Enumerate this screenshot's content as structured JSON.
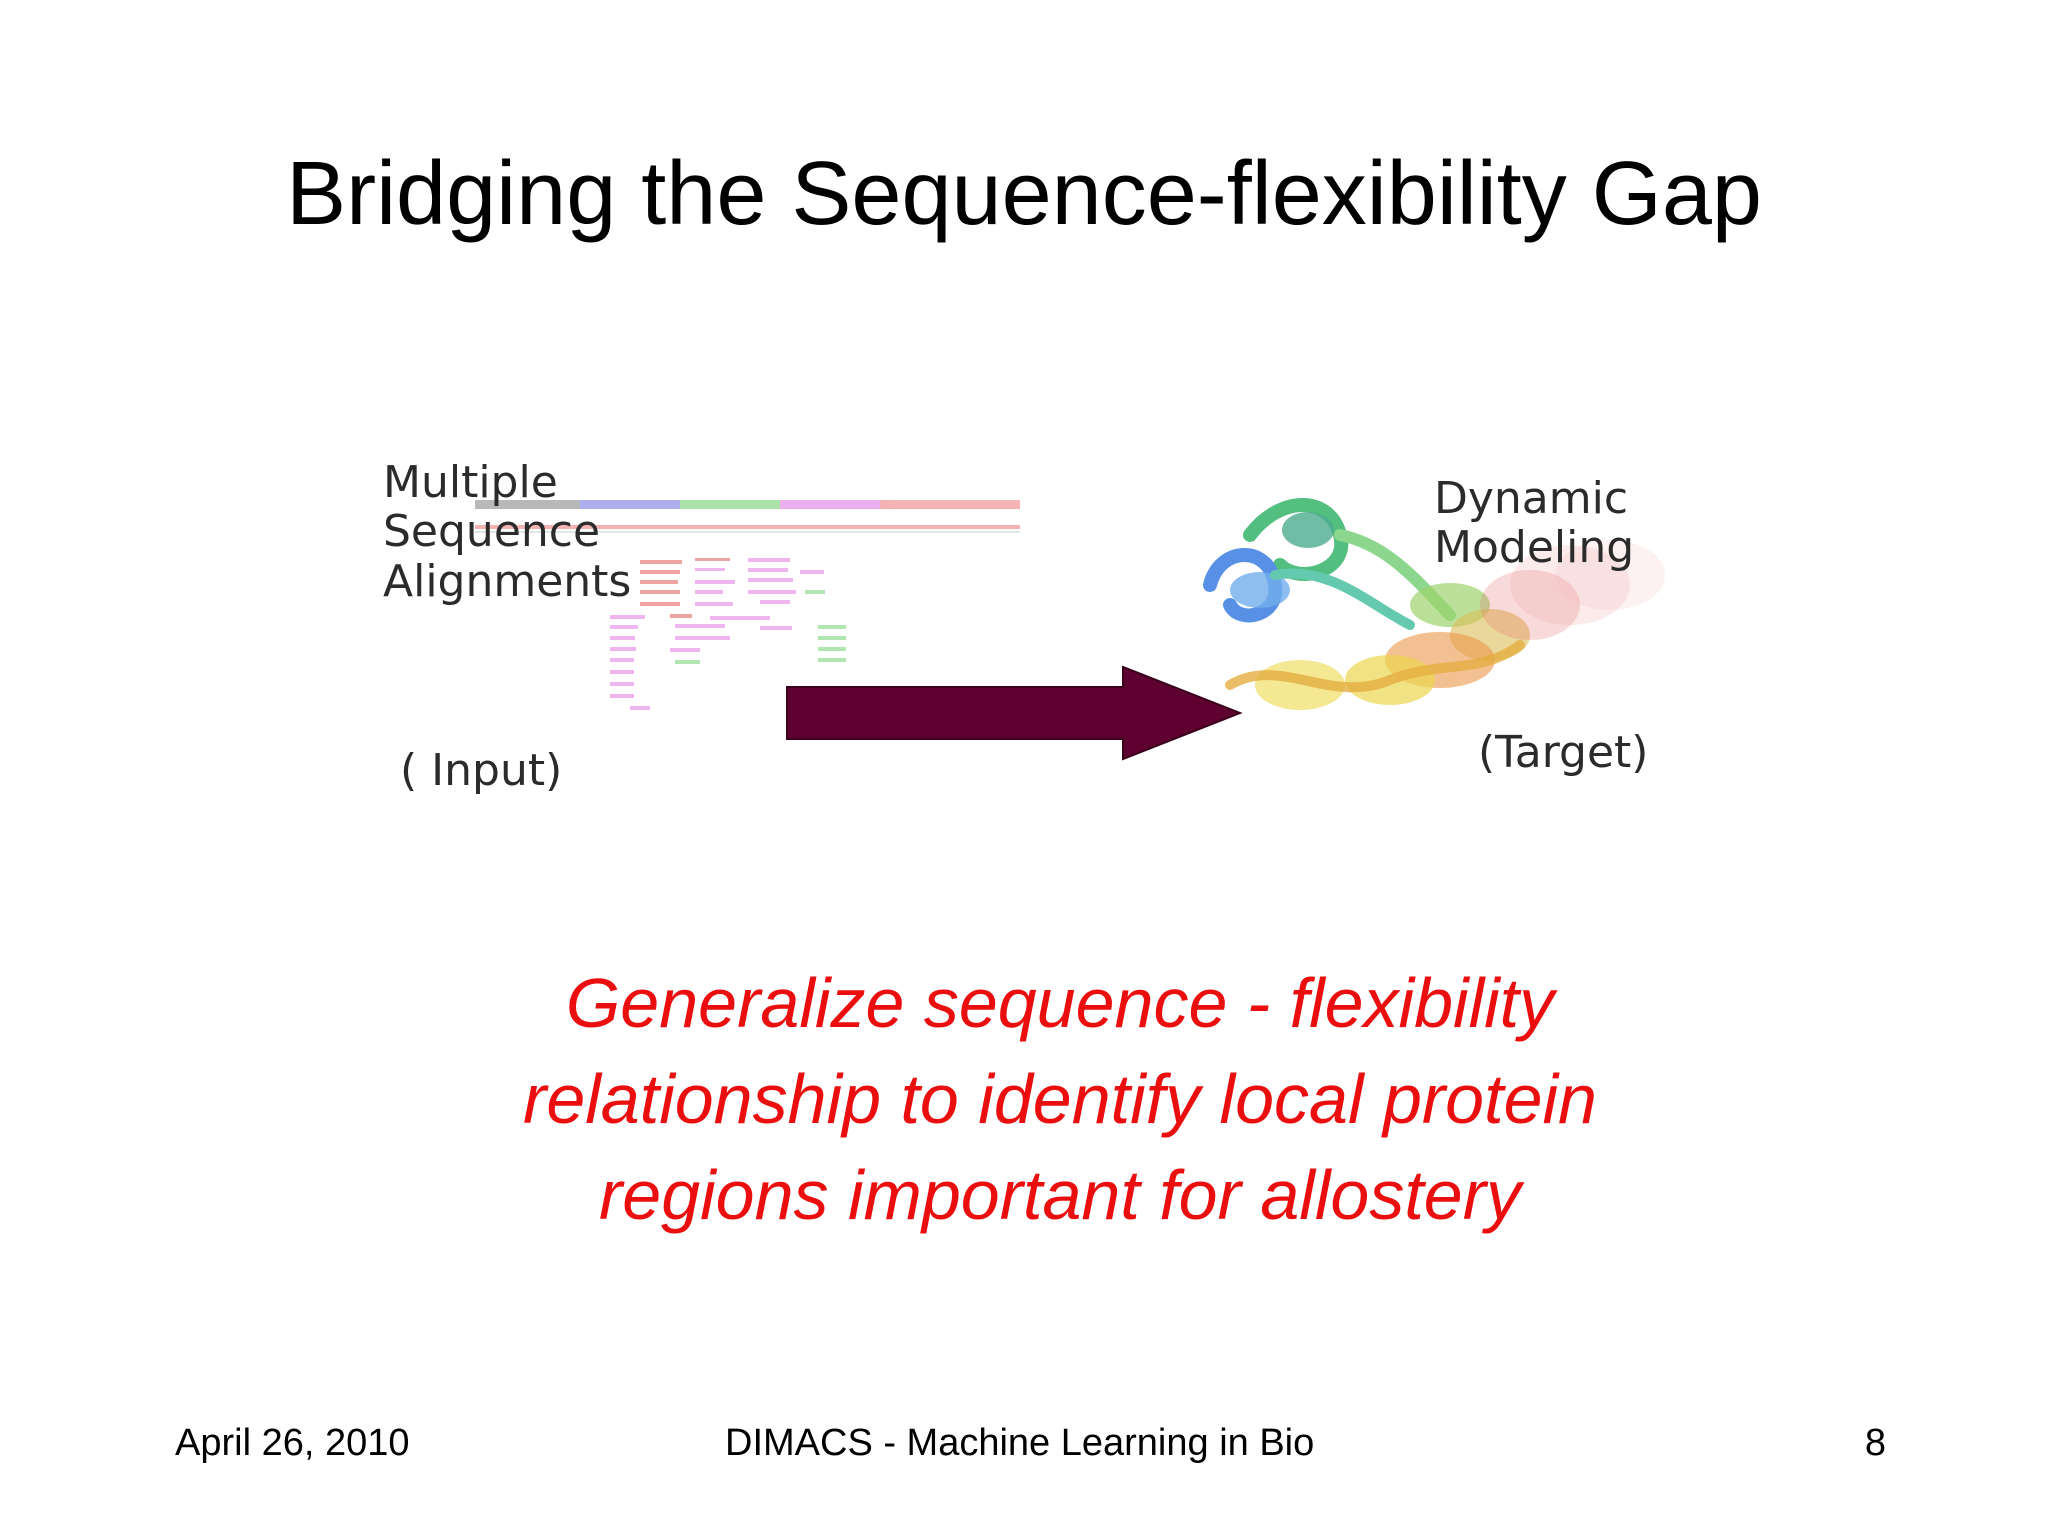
{
  "slide": {
    "title": "Bridging the Sequence-flexibility Gap",
    "figure": {
      "msa_label_lines": [
        "Multiple",
        "Sequence",
        "Alignments"
      ],
      "input_label": "( Input)",
      "dynamic_label_lines": [
        "Dynamic",
        "Modeling"
      ],
      "target_label": "(Target)",
      "arrow_color": "#5e0030"
    },
    "tagline_lines": [
      "Generalize sequence - flexibility",
      "relationship to identify local protein",
      "regions important for allostery"
    ],
    "tagline_color": "#ea0e0e",
    "footer": {
      "date": "April 26, 2010",
      "center": "DIMACS - Machine Learning in Bio",
      "page": "8"
    }
  }
}
